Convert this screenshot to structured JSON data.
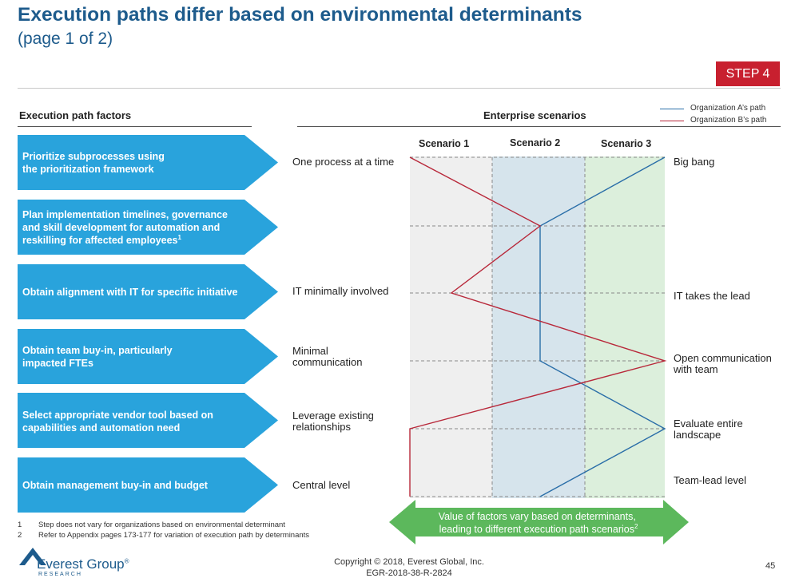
{
  "header": {
    "title": "Execution paths differ based on environmental determinants",
    "subtitle": "(page 1 of 2)",
    "step_badge": "STEP 4"
  },
  "columns": {
    "factors_header": "Execution path factors",
    "scenarios_header": "Enterprise scenarios"
  },
  "legend": {
    "items": [
      {
        "label": "Organization A’s path",
        "color": "#2a6ea8"
      },
      {
        "label": "Organization B’s path",
        "color": "#b8283a"
      }
    ]
  },
  "scenarios": {
    "labels": [
      "Scenario 1",
      "Scenario 2",
      "Scenario 3"
    ],
    "colors": [
      "#efefef",
      "#d6e4ec",
      "#dcefdc"
    ]
  },
  "factors": [
    {
      "lines": [
        "Prioritize subprocesses using",
        "the prioritization framework"
      ],
      "sup": "",
      "left_label": [
        "One process at a time"
      ],
      "right_label": [
        "Big bang"
      ]
    },
    {
      "lines": [
        "Plan implementation timelines, governance",
        "and skill development for automation and",
        "reskilling for affected employees"
      ],
      "sup": "1",
      "left_label": [],
      "right_label": []
    },
    {
      "lines": [
        "Obtain alignment with IT for specific initiative"
      ],
      "sup": "",
      "left_label": [
        "IT minimally involved"
      ],
      "right_label": [
        "IT takes the lead"
      ]
    },
    {
      "lines": [
        "Obtain team buy-in, particularly",
        "impacted FTEs"
      ],
      "sup": "",
      "left_label": [
        "Minimal",
        "communication"
      ],
      "right_label": [
        "Open communication",
        "with team"
      ]
    },
    {
      "lines": [
        "Select appropriate vendor tool based on",
        "capabilities and automation need"
      ],
      "sup": "",
      "left_label": [
        "Leverage existing",
        "relationships"
      ],
      "right_label": [
        "Evaluate entire",
        "landscape"
      ]
    },
    {
      "lines": [
        "Obtain management buy-in and budget"
      ],
      "sup": "",
      "left_label": [
        "Central level"
      ],
      "right_label": [
        "Team-lead level"
      ]
    }
  ],
  "banner": {
    "lines": [
      "Value of factors vary based on determinants,",
      "leading to different execution path scenarios"
    ],
    "sup": "2",
    "color": "#5cb85c"
  },
  "footnotes": [
    {
      "num": "1",
      "text": "Step does not vary for organizations based on environmental determinant"
    },
    {
      "num": "2",
      "text": "Refer to Appendix pages 173-177 for variation of execution path by determinants"
    }
  ],
  "footer": {
    "copyright": "Copyright © 2018, Everest Global, Inc.",
    "doc_id": "EGR-2018-38-R-2824",
    "page_number": "45",
    "logo_text": "Everest Group",
    "logo_reg": "®",
    "logo_sub": "RESEARCH"
  },
  "chevron_color": "#29a3dc"
}
